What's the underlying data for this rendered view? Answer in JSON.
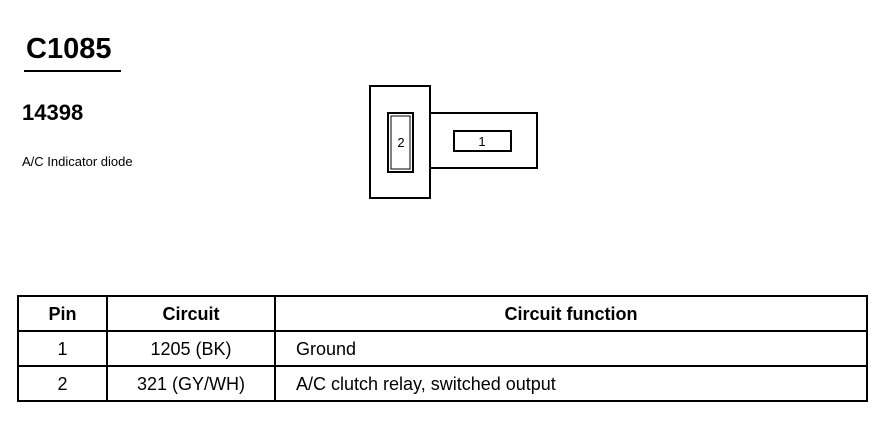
{
  "connector": {
    "id": "C1085",
    "part_number": "14398",
    "description": "A/C Indicator diode"
  },
  "diagram": {
    "pin_labels": [
      "2",
      "1"
    ]
  },
  "table": {
    "headers": {
      "pin": "Pin",
      "circuit": "Circuit",
      "function": "Circuit function"
    },
    "rows": [
      {
        "pin": "1",
        "circuit": "1205 (BK)",
        "function": "Ground"
      },
      {
        "pin": "2",
        "circuit": "321 (GY/WH)",
        "function": "A/C clutch relay, switched output"
      }
    ]
  }
}
